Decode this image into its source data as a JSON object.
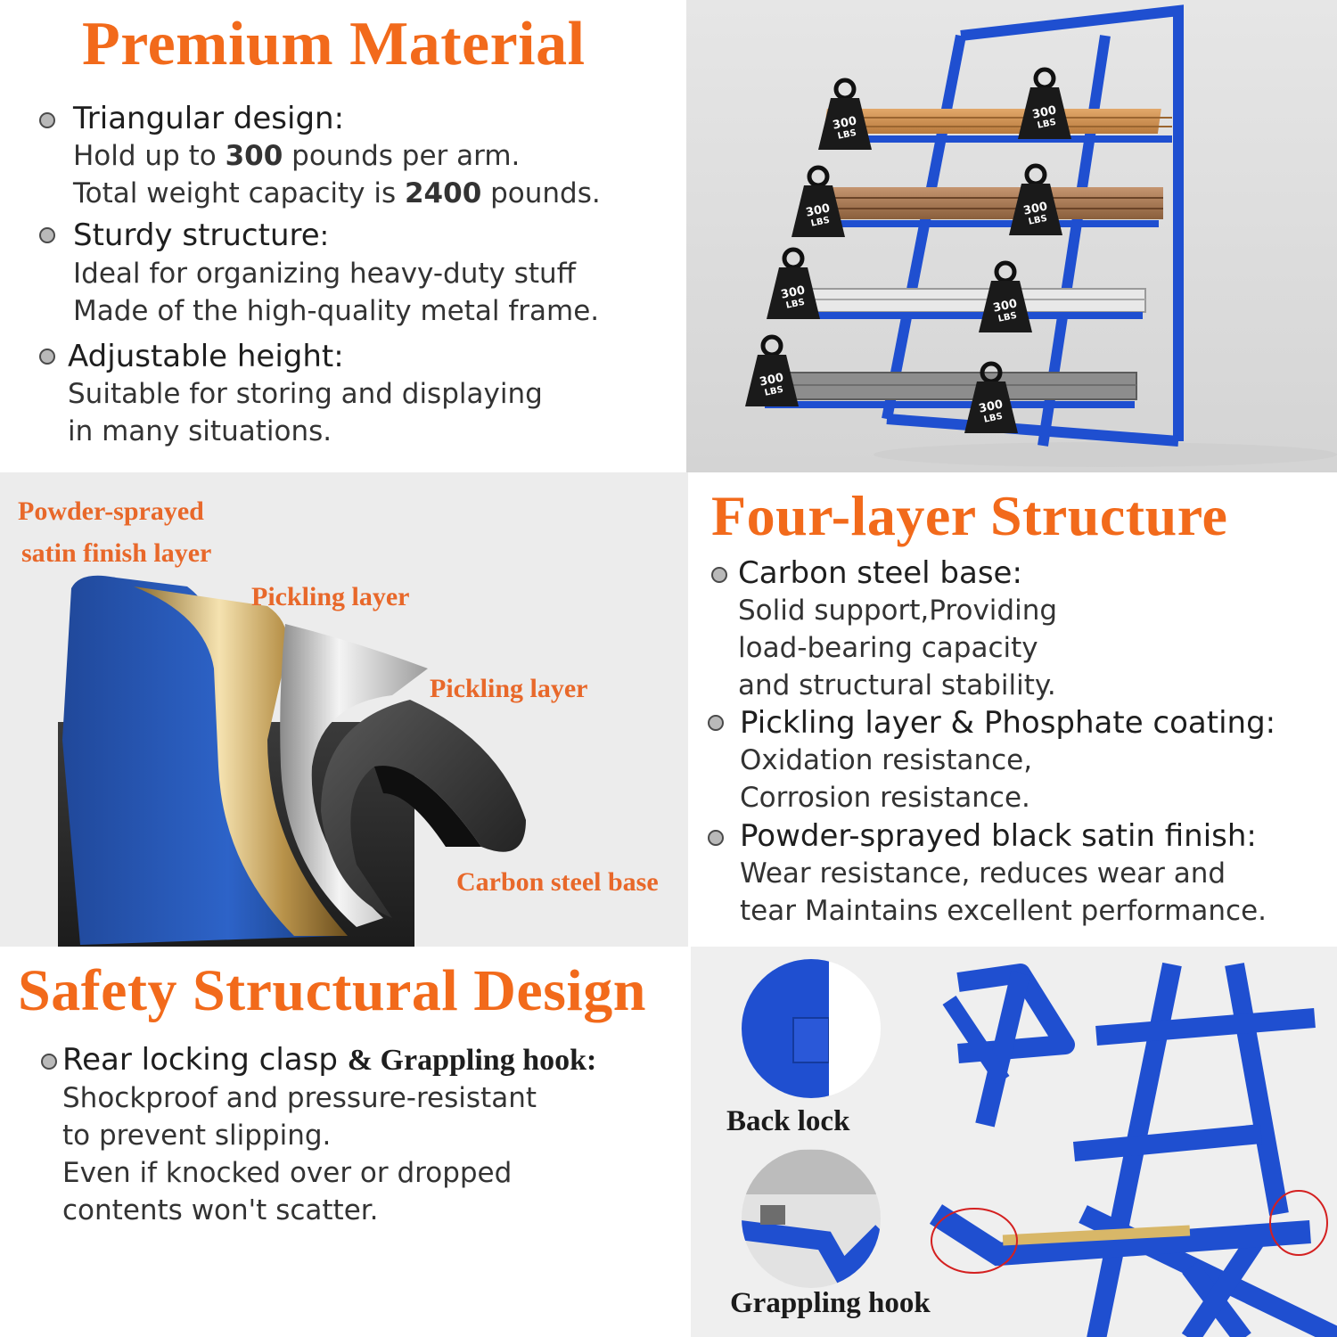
{
  "premium": {
    "title": "Premium Material",
    "items": [
      {
        "title": "Triangular design:",
        "lines": [
          {
            "a": "Hold up to ",
            "b": "300",
            "c": " pounds per arm."
          },
          {
            "a": "Total weight capacity is ",
            "b": "2400",
            "c": " pounds."
          }
        ]
      },
      {
        "title": "Sturdy structure",
        "suffix": ":",
        "lines": [
          {
            "a": "Ideal for organizing heavy-duty stuff"
          },
          {
            "a": "Made of the high-quality metal frame."
          }
        ]
      },
      {
        "title": "Adjustable height:",
        "lines": [
          {
            "a": "Suitable for storing and displaying"
          },
          {
            "a": "in many situations."
          }
        ]
      }
    ]
  },
  "rack_photo": {
    "weight_num": "300",
    "weight_unit": "LBS"
  },
  "layers_photo": {
    "label_powder_1": "Powder-sprayed",
    "label_powder_2": "satin finish layer",
    "label_pickling_1": "Pickling layer",
    "label_pickling_2": "Pickling layer",
    "label_carbon": "Carbon steel base"
  },
  "four_layer": {
    "title": "Four-layer Structure",
    "items": [
      {
        "title": "Carbon steel base:",
        "lines": [
          "Solid support,Providing",
          "load-bearing capacity",
          "and structural stability."
        ]
      },
      {
        "title": "Pickling layer & Phosphate coating",
        "suffix": ":",
        "lines": [
          "Oxidation resistance,",
          "Corrosion resistance."
        ]
      },
      {
        "title": "Powder-sprayed black satin finish",
        "suffix": ":",
        "lines": [
          "Wear resistance, reduces wear and",
          "tear Maintains excellent performance."
        ]
      }
    ]
  },
  "safety": {
    "title": "Safety Structural Design",
    "item_title_a": "Rear locking clasp  ",
    "item_title_b": "& Grappling hook:",
    "lines": [
      "Shockproof and pressure-resistant",
      "to prevent slipping.",
      "Even if knocked over or dropped",
      "contents won't scatter."
    ]
  },
  "detail_photo": {
    "back_lock": "Back lock",
    "grappling_hook": "Grappling hook"
  },
  "colors": {
    "accent_orange": "#f26a1b",
    "frame_blue": "#1f4fd0",
    "label_orange": "#e8682a"
  }
}
